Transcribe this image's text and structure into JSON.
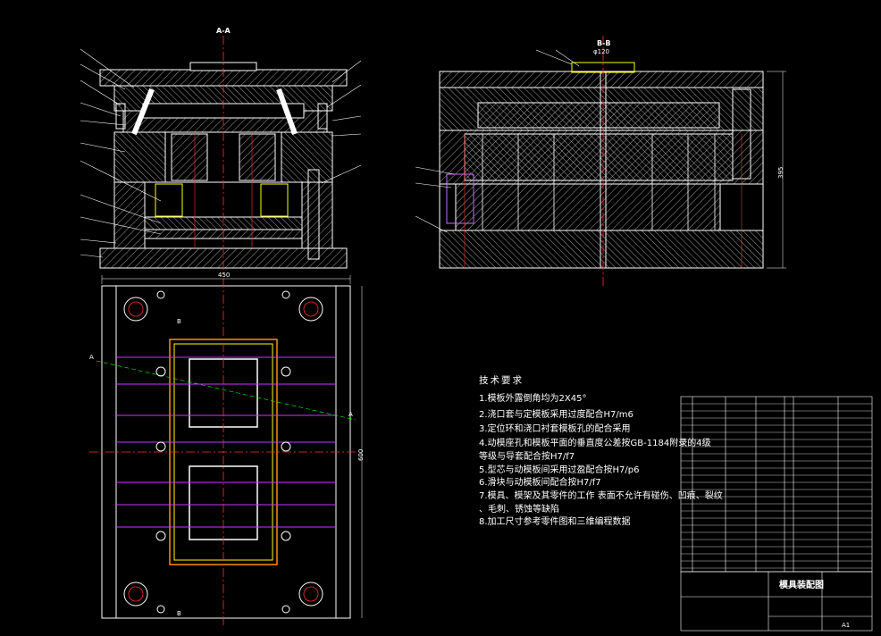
{
  "drawing": {
    "section_aa": "A-A",
    "section_bb": "B-B",
    "dim_width": "450",
    "dim_height": "600",
    "dim_bb_height": "395",
    "section_arrow_a": "A",
    "section_arrow_b": "B",
    "dim_bb_top": "φ120"
  },
  "notes": {
    "title": "技术要求",
    "items": [
      "1.模板外露倒角均为2X45°",
      "2.浇口套与定模板采用过度配合H7/m6",
      "3.定位环和浇口衬套模板孔的配合采用",
      "4.动模座孔和模板平面的垂直度公差按GB-1184附录的4级",
      "   等级与导套配合按H7/f7",
      "5.型芯与动模板间采用过盈配合按H7/p6",
      "6.滑块与动模板间配合按H7/f7",
      "7.模具、模架及其零件的工作  表面不允许有碰伤、凹痕、裂纹",
      "  、毛刺、锈蚀等缺陷",
      "8.加工尺寸参考零件图和三维编程数据"
    ]
  },
  "title_block": {
    "drawing_name": "模具装配图",
    "sheet_size": "A1"
  }
}
